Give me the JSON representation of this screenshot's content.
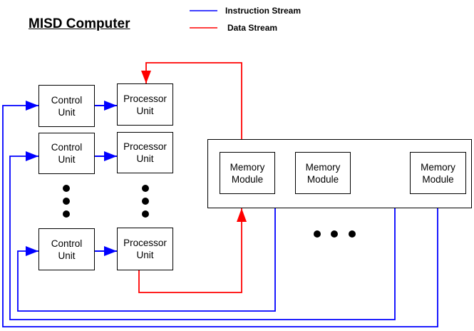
{
  "title": "MISD Computer",
  "legend": {
    "instruction": {
      "label": "Instruction Stream",
      "color": "#0000ff"
    },
    "data": {
      "label": "Data Stream",
      "color": "#ff0000"
    }
  },
  "control_unit": {
    "line1": "Control",
    "line2": "Unit"
  },
  "processor_unit": {
    "line1": "Processor",
    "line2": "Unit"
  },
  "memory_module": {
    "line1": "Memory",
    "line2": "Module"
  },
  "colors": {
    "instruction": "#0000ff",
    "data": "#ff0000",
    "stroke": "#000000"
  }
}
